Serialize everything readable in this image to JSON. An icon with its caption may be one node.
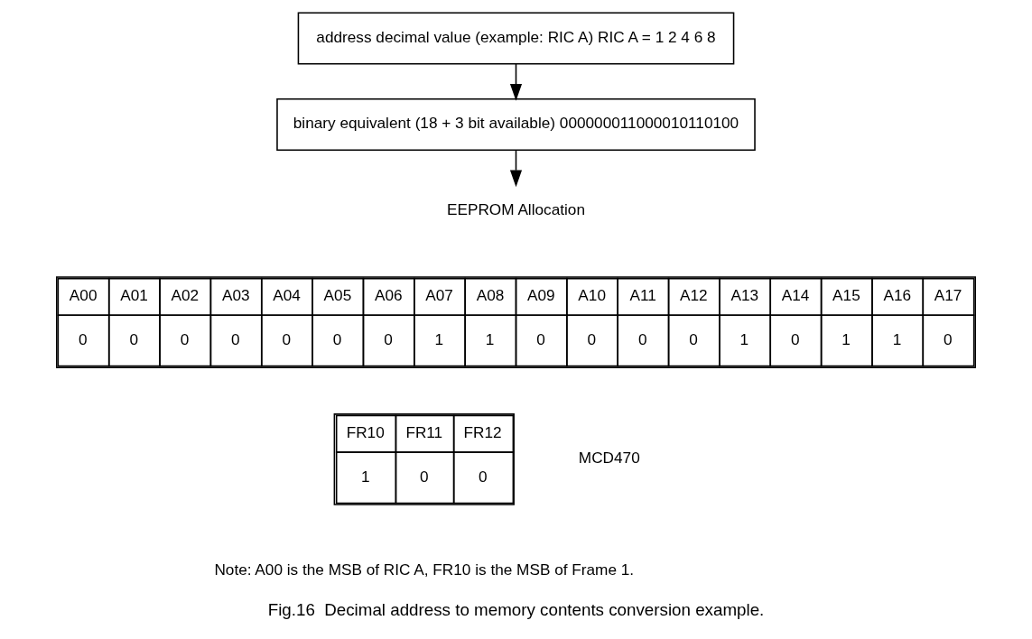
{
  "diagram": {
    "caption": "Fig.16  Decimal address to memory contents conversion example.",
    "nodes": [
      {
        "text": [
          "address decimal value (example: RIC A) RIC A = 1 2 4 6 8"
        ]
      },
      {
        "text": [
          "binary equivalent (18 + 3 bit available) 000000011000010110100"
        ]
      },
      {
        "text": [
          "EEPROM Allocation"
        ]
      }
    ],
    "edges": [
      {
        "from": 0,
        "to": 1,
        "arrow": "to"
      },
      {
        "from": 1,
        "to": 2,
        "arrow": "to"
      }
    ],
    "labels": [
      "A00",
      "A01",
      "A02",
      "A03",
      "A04",
      "A05",
      "A06",
      "A07",
      "A08",
      "A09",
      "A10",
      "A11",
      "A12",
      "A13",
      "A14",
      "A15",
      "A16",
      "A17",
      "0",
      "0",
      "0",
      "0",
      "0",
      "0",
      "0",
      "1",
      "1",
      "0",
      "0",
      "0",
      "0",
      "1",
      "0",
      "1",
      "1",
      "0",
      "FR10",
      "FR11",
      "FR12",
      "1",
      "0",
      "0",
      "MCD470",
      "Note: A00 is the MSB of RIC A, FR10 is the MSB of Frame 1."
    ]
  }
}
